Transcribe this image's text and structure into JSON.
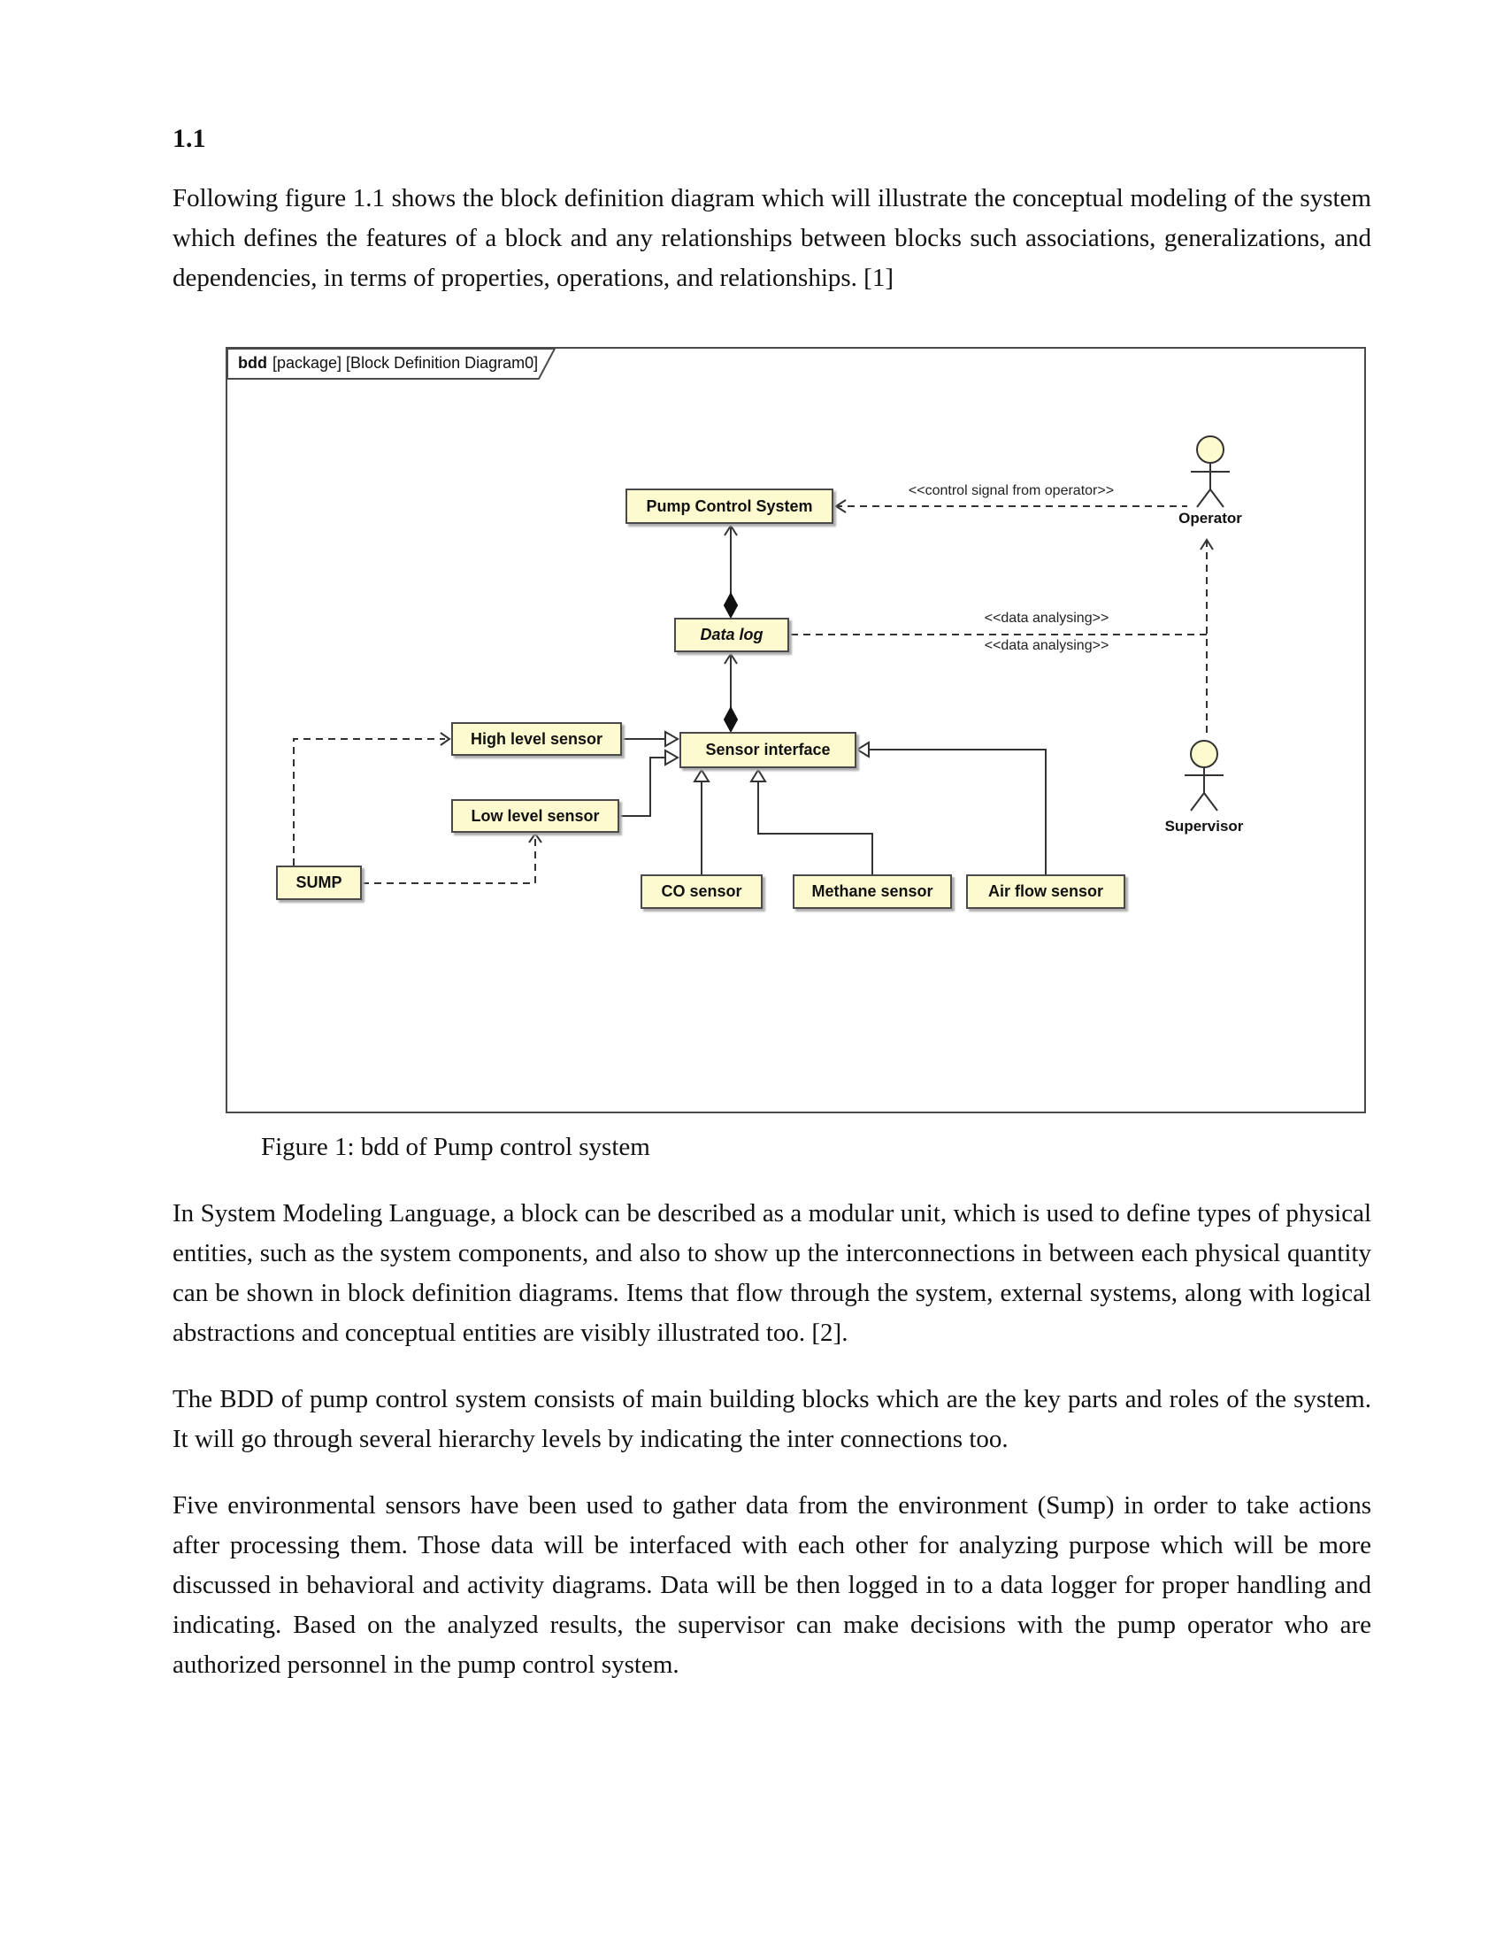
{
  "document": {
    "heading": "1.1",
    "paragraphs": {
      "intro": "Following figure 1.1 shows the block definition diagram which will illustrate the conceptual modeling of the system which defines the features of a block and any relationships between blocks such associations, generalizations, and dependencies, in terms of properties, operations, and relationships. [1]",
      "after_figure_1": "In System Modeling Language, a block can be described as a modular unit, which is used to define types of physical entities, such as the system components, and also to show up the interconnections in between each physical quantity can be shown in block definition diagrams. Items that flow through the system, external systems, along with logical abstractions and conceptual entities are visibly illustrated too. [2].",
      "after_figure_2": "The BDD of pump control system consists of main building blocks which are the key parts and roles of the system. It will go through several hierarchy levels by indicating the inter connections too.",
      "after_figure_3": "Five environmental sensors have been used to gather data from the environment (Sump) in order to take actions after processing them. Those data will be interfaced with each other for analyzing purpose which will be more discussed in behavioral and activity diagrams. Data will be then logged in to a data logger for proper handling and indicating. Based on the analyzed results, the supervisor can make decisions with the pump operator who are authorized personnel in the pump control system."
    },
    "figure_caption": "Figure 1: bdd of Pump control system"
  },
  "diagram": {
    "frame": {
      "keyword": "bdd",
      "title": "[package] [Block Definition Diagram0]"
    },
    "blocks": {
      "pump_control_system": "Pump Control System",
      "data_log": "Data log",
      "sensor_interface": "Sensor interface",
      "high_level_sensor": "High level sensor",
      "low_level_sensor": "Low level sensor",
      "sump": "SUMP",
      "co_sensor": "CO sensor",
      "methane_sensor": "Methane sensor",
      "air_flow_sensor": "Air flow sensor"
    },
    "actors": {
      "operator": "Operator",
      "supervisor": "Supervisor"
    },
    "edge_labels": {
      "control_signal": "<<control signal from operator>>",
      "data_analysing_top": "<<data analysing>>",
      "data_analysing_bottom": "<<data analysing>>"
    },
    "colors": {
      "block_fill": "#fdfacf",
      "block_border": "#4a4a4a",
      "line": "#333333"
    }
  }
}
